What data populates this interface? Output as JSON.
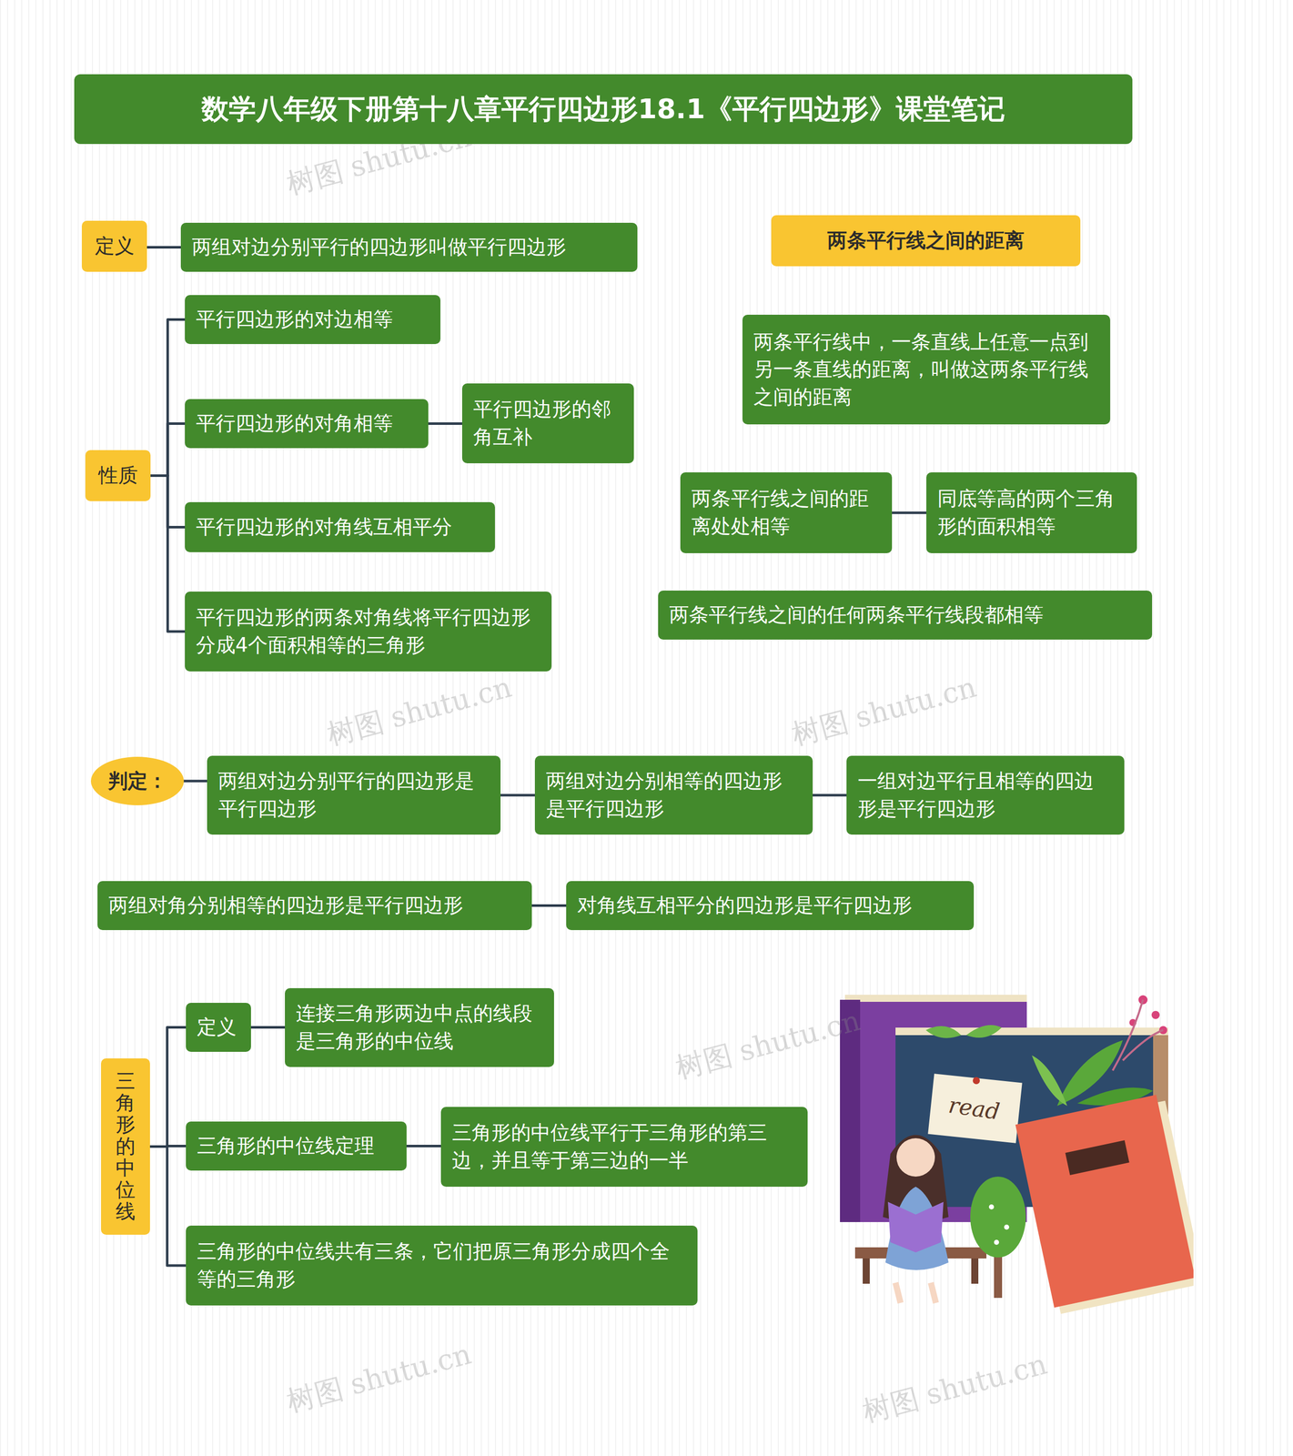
{
  "diagram": {
    "title": "数学八年级下册第十八章平行四边形18.1《平行四边形》课堂笔记",
    "nodes": [
      {
        "text": [
          "定义"
        ]
      },
      {
        "text": [
          "两组对边分别平行的四边形叫做平行四边形"
        ]
      },
      {
        "text": [
          "性质"
        ]
      },
      {
        "text": [
          "平行四边形的对边相等"
        ]
      },
      {
        "text": [
          "平行四边形的对角相等"
        ]
      },
      {
        "text": [
          "平行四边形的邻角互补"
        ]
      },
      {
        "text": [
          "平行四边形的对角线互相平分"
        ]
      },
      {
        "text": [
          "平行四边形的两条对角线将平行四边形分成4个面积相等的三角形"
        ]
      },
      {
        "text": [
          "两条平行线之间的距离"
        ]
      },
      {
        "text": [
          "两条平行线中，一条直线上任意一点到另一条直线的距离，叫做这两条平行线之间的距离"
        ]
      },
      {
        "text": [
          "两条平行线之间的距离处处相等"
        ]
      },
      {
        "text": [
          "同底等高的两个三角形的面积相等"
        ]
      },
      {
        "text": [
          "两条平行线之间的任何两条平行线段都相等"
        ]
      },
      {
        "text": [
          "判定："
        ]
      },
      {
        "text": [
          "两组对边分别平行的四边形是平行四边形"
        ]
      },
      {
        "text": [
          "两组对边分别相等的四边形是平行四边形"
        ]
      },
      {
        "text": [
          "一组对边平行且相等的四边形是平行四边形"
        ]
      },
      {
        "text": [
          "两组对角分别相等的四边形是平行四边形"
        ]
      },
      {
        "text": [
          "对角线互相平分的四边形是平行四边形"
        ]
      },
      {
        "text": [
          "三角形的中位线"
        ]
      },
      {
        "text": [
          "定义"
        ]
      },
      {
        "text": [
          "连接三角形两边中点的线段是三角形的中位线"
        ]
      },
      {
        "text": [
          "三角形的中位线定理"
        ]
      },
      {
        "text": [
          "三角形的中位线平行于三角形的第三边，并且等于第三边的一半"
        ]
      },
      {
        "text": [
          "三角形的中位线共有三条，它们把原三角形分成四个全等的三角形"
        ]
      }
    ],
    "edges": [
      {
        "from": 0,
        "to": 1,
        "arrow": "none"
      },
      {
        "from": 2,
        "to": 3,
        "arrow": "none"
      },
      {
        "from": 2,
        "to": 4,
        "arrow": "none"
      },
      {
        "from": 2,
        "to": 6,
        "arrow": "none"
      },
      {
        "from": 2,
        "to": 7,
        "arrow": "none"
      },
      {
        "from": 4,
        "to": 5,
        "arrow": "none"
      },
      {
        "from": 10,
        "to": 11,
        "arrow": "none"
      },
      {
        "from": 13,
        "to": 14,
        "arrow": "none"
      },
      {
        "from": 14,
        "to": 15,
        "arrow": "none"
      },
      {
        "from": 15,
        "to": 16,
        "arrow": "none"
      },
      {
        "from": 17,
        "to": 18,
        "arrow": "none"
      },
      {
        "from": 19,
        "to": 20,
        "arrow": "none"
      },
      {
        "from": 19,
        "to": 22,
        "arrow": "none"
      },
      {
        "from": 19,
        "to": 24,
        "arrow": "none"
      },
      {
        "from": 20,
        "to": 21,
        "arrow": "none"
      },
      {
        "from": 22,
        "to": 23,
        "arrow": "none"
      }
    ],
    "labels": [
      "树图 shutu.cn",
      "树图 shutu.cn",
      "树图 shutu.cn",
      "树图 shutu.cn",
      "树图 shutu.cn",
      "树图 shutu.cn",
      "read"
    ]
  }
}
